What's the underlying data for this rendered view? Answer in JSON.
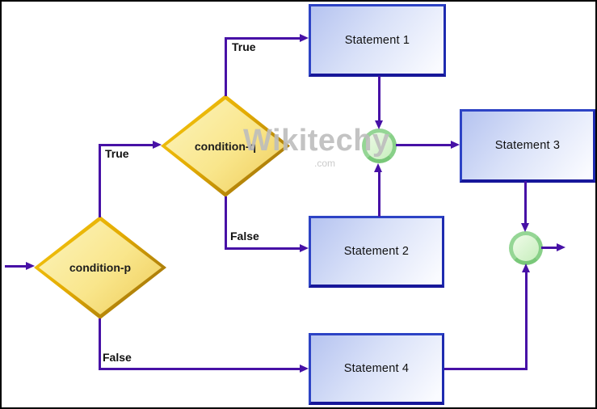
{
  "diagram": {
    "type": "flowchart",
    "description": "Nested if-else flowchart with two decision diamonds, four statements and two merge connectors"
  },
  "nodes": {
    "condition_p": {
      "label": "condition-p",
      "shape": "decision-diamond"
    },
    "condition_q": {
      "label": "condition-q",
      "shape": "decision-diamond"
    },
    "statement_1": {
      "label": "Statement 1",
      "shape": "process-rect"
    },
    "statement_2": {
      "label": "Statement 2",
      "shape": "process-rect"
    },
    "statement_3": {
      "label": "Statement 3",
      "shape": "process-rect"
    },
    "statement_4": {
      "label": "Statement 4",
      "shape": "process-rect"
    },
    "merge_1": {
      "shape": "connector-circle"
    },
    "merge_2": {
      "shape": "connector-circle"
    }
  },
  "edges": {
    "start_to_p": {
      "from": "start",
      "to": "condition_p",
      "label": ""
    },
    "p_true": {
      "from": "condition_p",
      "to": "condition_q",
      "label": "True"
    },
    "p_false": {
      "from": "condition_p",
      "to": "statement_4",
      "label": "False"
    },
    "q_true": {
      "from": "condition_q",
      "to": "statement_1",
      "label": "True"
    },
    "q_false": {
      "from": "condition_q",
      "to": "statement_2",
      "label": "False"
    },
    "s1_to_merge1": {
      "from": "statement_1",
      "to": "merge_1",
      "label": ""
    },
    "s2_to_merge1": {
      "from": "statement_2",
      "to": "merge_1",
      "label": ""
    },
    "merge1_to_s3": {
      "from": "merge_1",
      "to": "statement_3",
      "label": ""
    },
    "s3_to_merge2": {
      "from": "statement_3",
      "to": "merge_2",
      "label": ""
    },
    "s4_to_merge2": {
      "from": "statement_4",
      "to": "merge_2",
      "label": ""
    },
    "merge2_exit": {
      "from": "merge_2",
      "to": "exit",
      "label": ""
    }
  },
  "watermark": {
    "brand": "Wikitechy",
    "domain": ".com"
  },
  "colors": {
    "connector_line": "#4711a6",
    "process_border": "#2d43c5",
    "process_border_dark": "#17179a",
    "process_fill_top": "#b5c3f0",
    "process_fill_bottom": "#fafbff",
    "decision_border_light": "#f2c412",
    "decision_border_dark": "#8a6210",
    "decision_fill": "#f9e68c",
    "merge_fill": "#d9f5cd",
    "merge_border": "#95d695",
    "label_text": "#111111",
    "watermark_gray": "#c2c2c2",
    "background": "#ffffff",
    "frame_border": "#000000"
  }
}
